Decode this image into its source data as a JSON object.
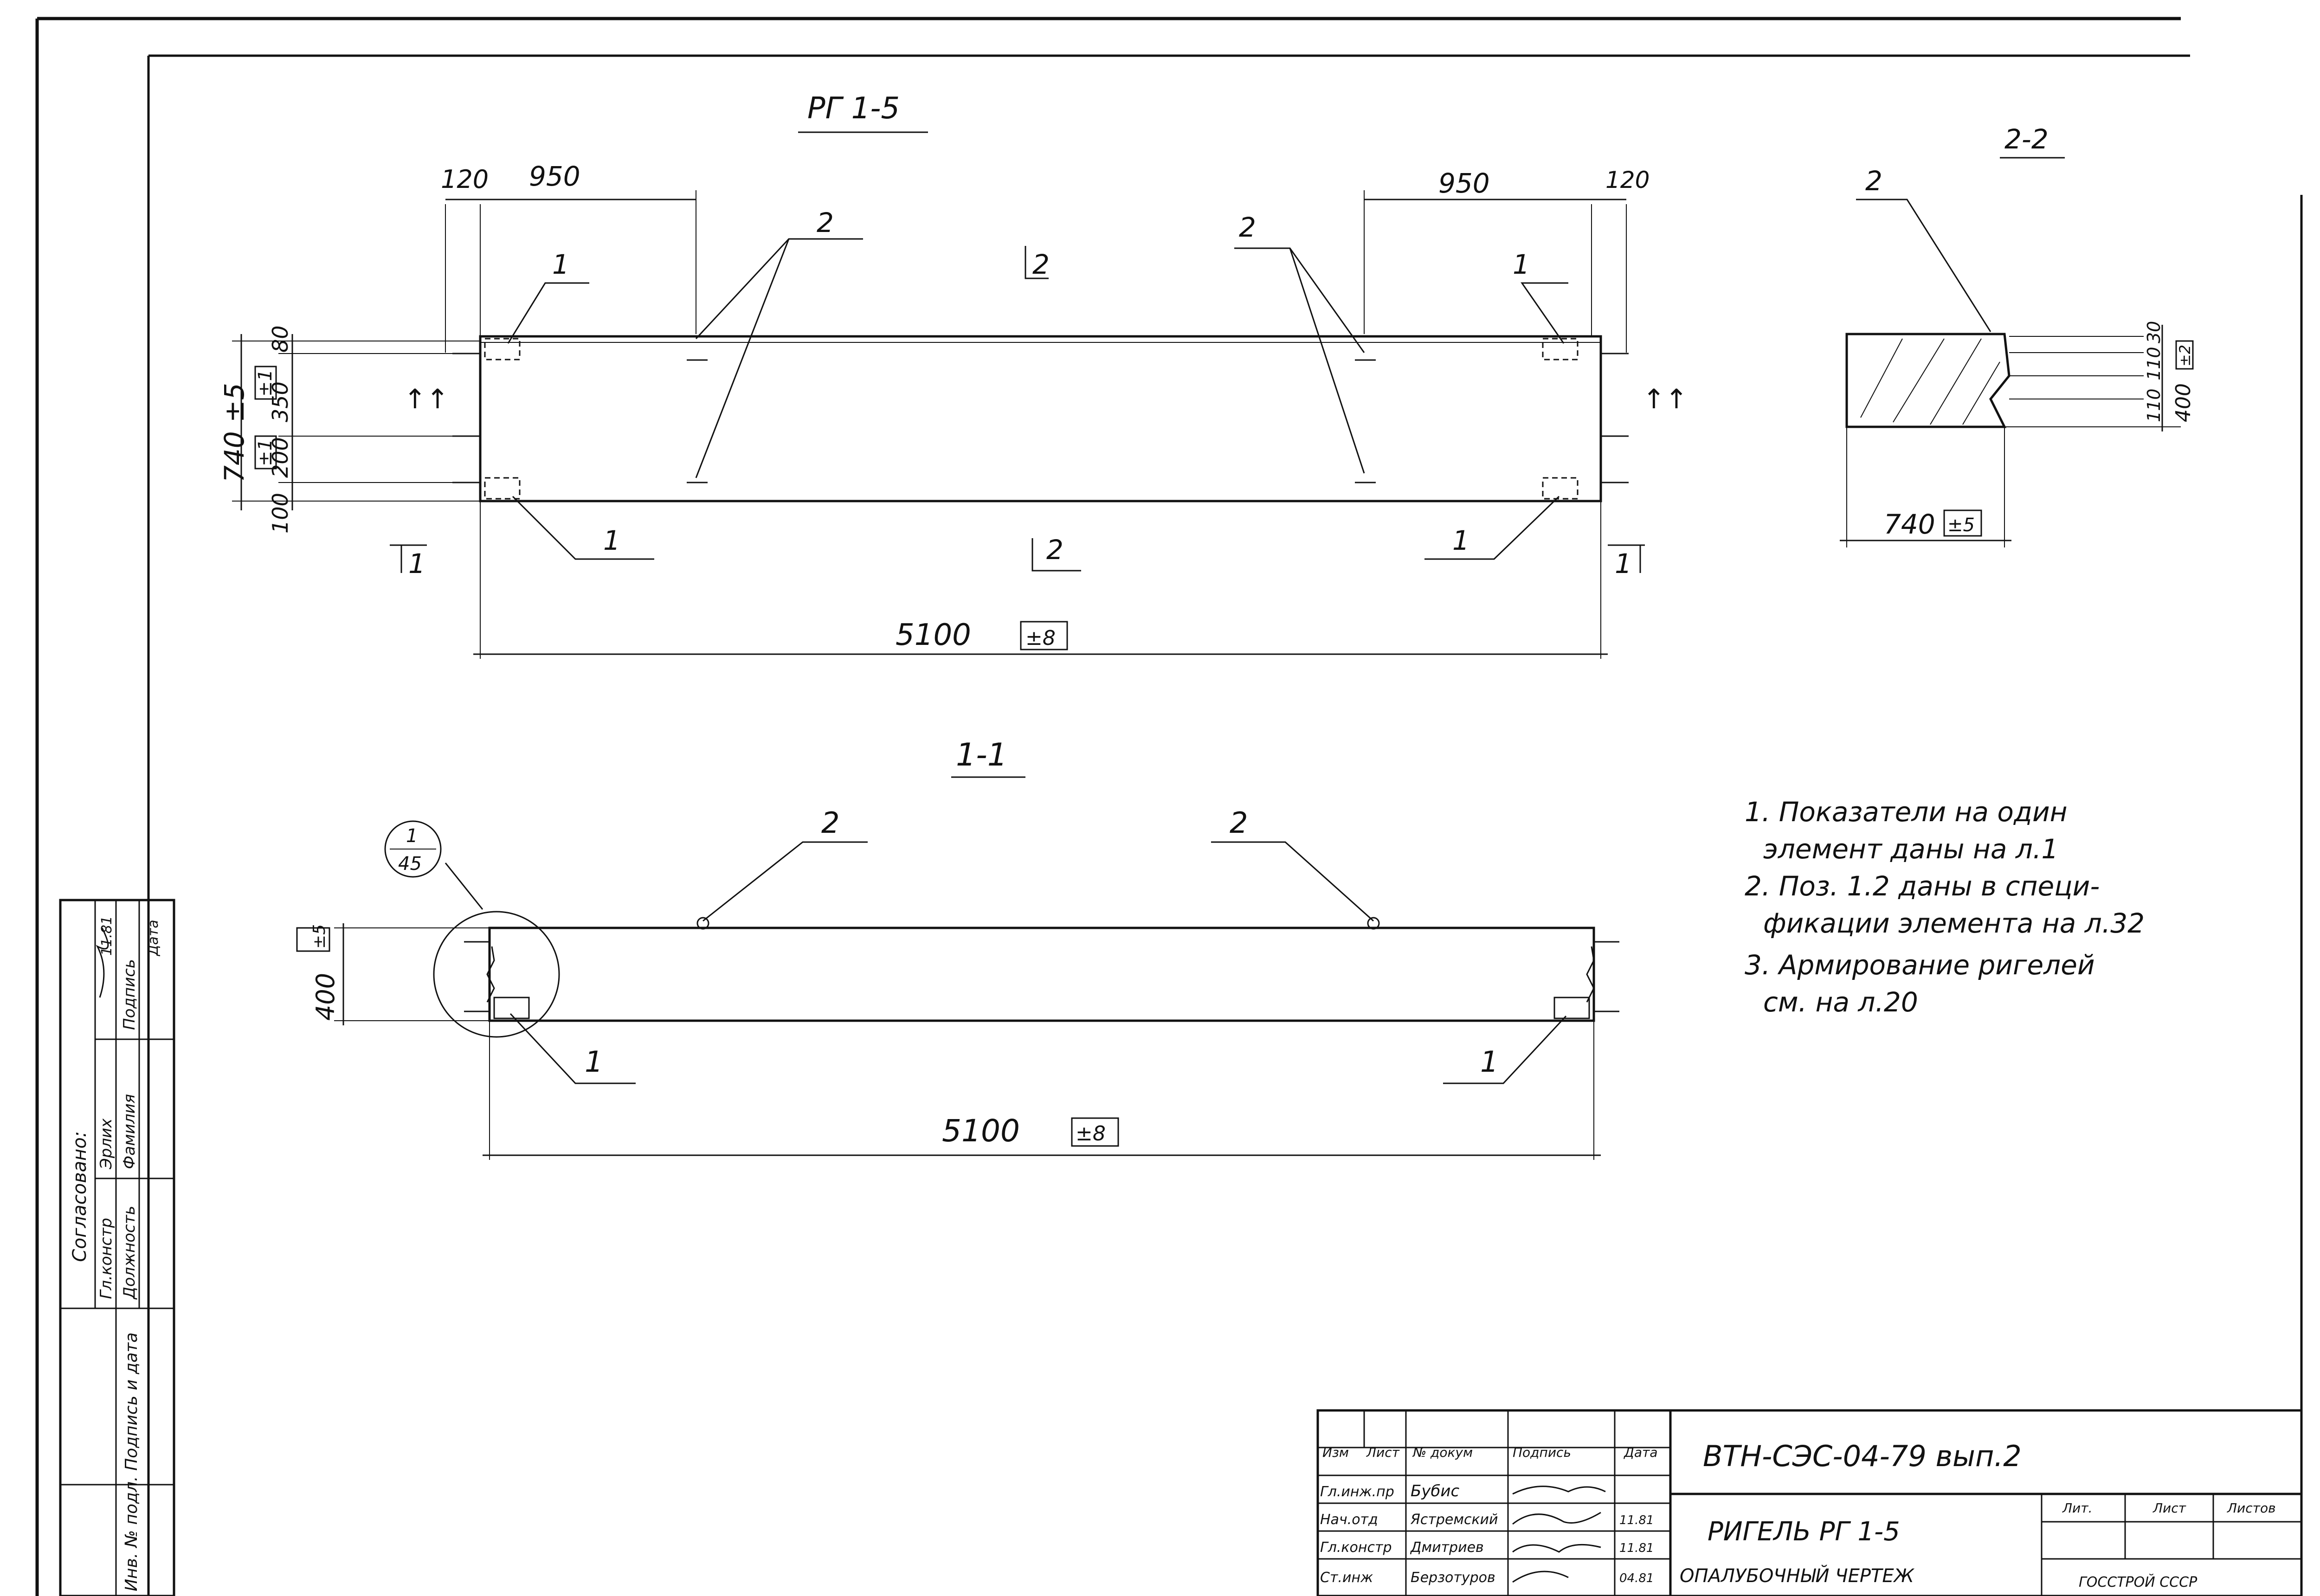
{
  "plan": {
    "title": "РГ 1-5",
    "dims": {
      "left_120": "120",
      "left_950": "950",
      "right_950": "950",
      "right_120": "120",
      "total_length": "5100",
      "length_tolerance": "±8",
      "width": "740 ±5",
      "width_tol_a": "±1",
      "width_tol_b": "±1",
      "d_80": "80",
      "d_350": "350",
      "d_200": "200",
      "d_100": "100"
    },
    "labels": {
      "pos1": "1",
      "pos2": "2",
      "section_1": "1",
      "section_2": "2"
    }
  },
  "section_22": {
    "title": "2-2",
    "pos2": "2",
    "width": "740",
    "width_tolerance": "±5",
    "d_30": "30",
    "d_110": "110",
    "d_110b": "110",
    "height": "400",
    "height_tol": "±2"
  },
  "section_11": {
    "title": "1-1",
    "pos1": "1",
    "pos2": "2",
    "callout_top": "1",
    "callout_bottom": "45",
    "height": "400",
    "height_tolerance": "±5",
    "length": "5100",
    "length_tolerance": "±8"
  },
  "notes": [
    "1. Показатели на один",
    "элемент даны на л.1",
    "2. Поз. 1.2 даны в специ-",
    "фикации элемента на л.32",
    "3. Армирование ригелей",
    "см. на л.20"
  ],
  "side_stamp": {
    "header": "Согласовано:",
    "rows": [
      [
        "Гл.констр",
        "Эрлих",
        "",
        "11.81"
      ],
      [
        "Должность",
        "Фамилия",
        "Подпись",
        "Дата"
      ]
    ],
    "podpis_data": "Подпись и дата",
    "inv_podl": "Инв. № подл."
  },
  "title_block": {
    "code": "ВТН-СЭС-04-79 вып.2",
    "name_line1": "РИГЕЛЬ РГ 1-5",
    "name_line2": "ОПАЛУБОЧНЫЙ ЧЕРТЕЖ",
    "header_cells": [
      "Изм",
      "Лист",
      "№ докум",
      "Подпись",
      "Дата"
    ],
    "rows": [
      [
        "Гл.инж.пр",
        "Бубис",
        "",
        ""
      ],
      [
        "Нач.отд",
        "Ястремский",
        "",
        "11.81"
      ],
      [
        "Гл.констр",
        "Дмитриев",
        "",
        "11.81"
      ],
      [
        "Ст.инж",
        "Берзотуров",
        "",
        "04.81"
      ]
    ],
    "lit_label": "Лит.",
    "sheet_label": "Лист",
    "sheets_label": "Листов",
    "org": "ГОССТРОЙ СССР"
  }
}
